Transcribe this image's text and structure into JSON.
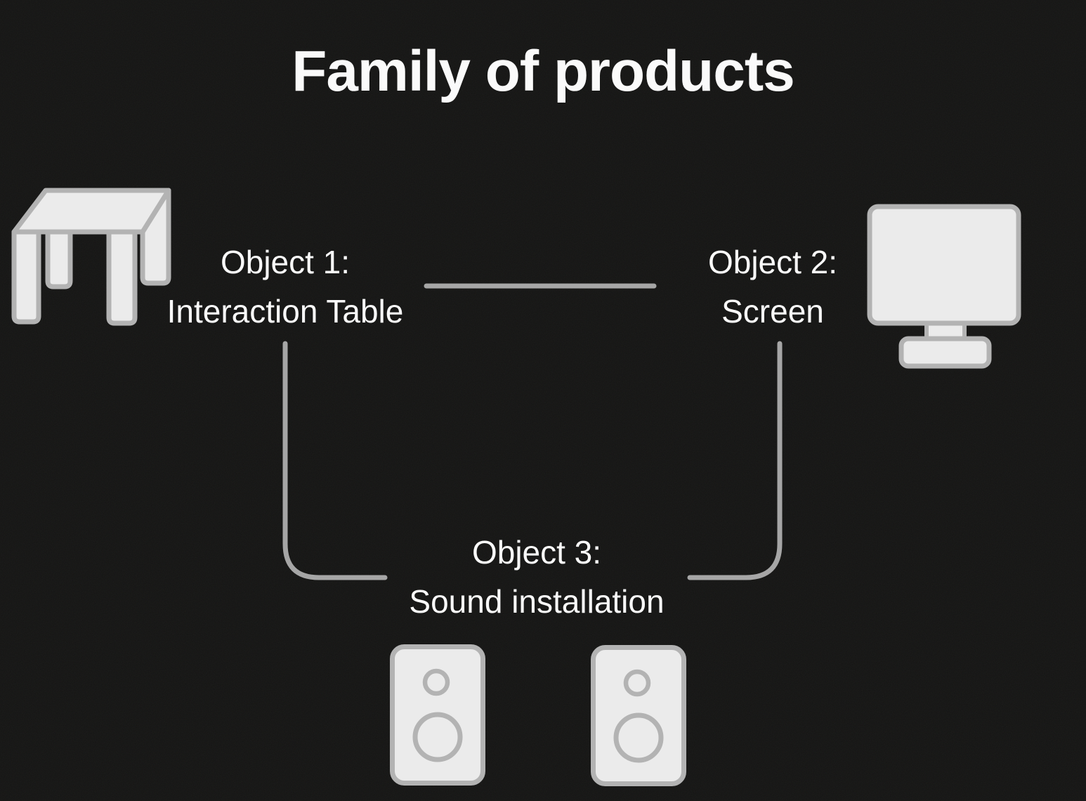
{
  "title": "Family of products",
  "objects": [
    {
      "id": "object-1",
      "name": "Object 1:",
      "type": "Interaction Table",
      "icon": "table-icon"
    },
    {
      "id": "object-2",
      "name": "Object 2:",
      "type": "Screen",
      "icon": "monitor-icon"
    },
    {
      "id": "object-3",
      "name": "Object 3:",
      "type": "Sound installation",
      "icon": "speaker-icon"
    }
  ],
  "connections": [
    {
      "from": "object-1",
      "to": "object-2",
      "style": "straight"
    },
    {
      "from": "object-1",
      "to": "object-3",
      "style": "elbow"
    },
    {
      "from": "object-2",
      "to": "object-3",
      "style": "elbow"
    }
  ],
  "colors": {
    "background": "#141413",
    "text": "#fafafa",
    "icon_fill": "#ebebeb",
    "icon_stroke": "#b3b3b3",
    "connector": "#a6a6a6"
  }
}
